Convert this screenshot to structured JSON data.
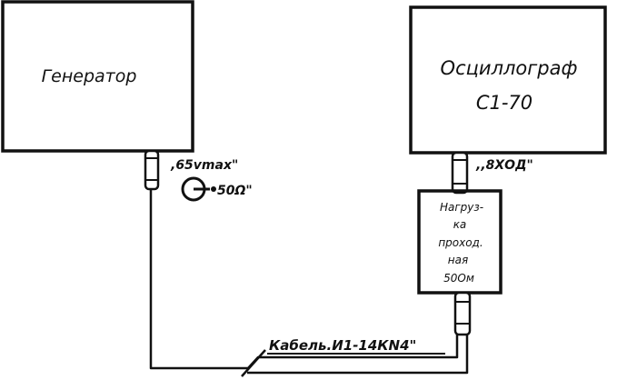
{
  "generator": {
    "label": "Генератор"
  },
  "oscilloscope": {
    "line1": "Осциллограф",
    "line2": "С1-70"
  },
  "generator_port": {
    "voltage_label": ",65vmax\"",
    "impedance_label": "50Ω\""
  },
  "oscilloscope_port": {
    "input_label": ",,8ХОД\""
  },
  "load": {
    "lines": [
      "Нагруз-",
      "ка",
      "проход.",
      "ная",
      "50Ом"
    ]
  },
  "cable": {
    "label": "Кабель.И1-14КN4\""
  },
  "colors": {
    "ink": "#111111",
    "background": "#ffffff"
  }
}
